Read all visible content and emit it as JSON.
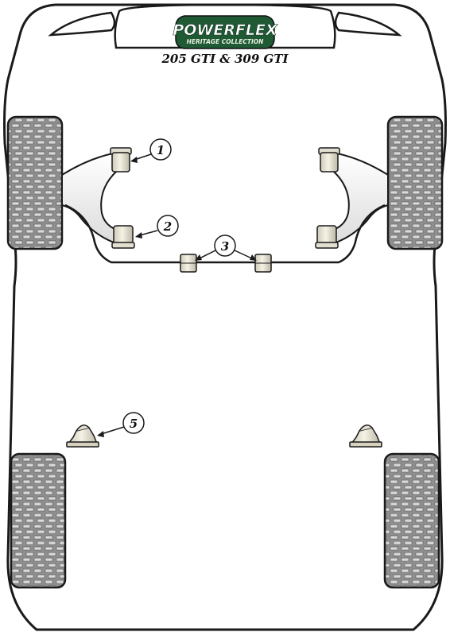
{
  "logo": {
    "brand": "POWERFLEX",
    "tagline": "HERITAGE COLLECTION"
  },
  "model_title": "205 GTI & 309 GTI",
  "callouts": [
    {
      "number": "1",
      "part": "front-lower-arm-front-bush"
    },
    {
      "number": "2",
      "part": "front-lower-arm-rear-bush"
    },
    {
      "number": "3",
      "part": "front-anti-roll-bar-mounting-bushes"
    },
    {
      "number": "5",
      "part": "rear-beam-mounting-bush"
    }
  ],
  "colors": {
    "outline": "#1a1a1a",
    "tyre": "#8f8f8f",
    "tyre_block": "#d9d9d9",
    "bush": "#ece8da",
    "arm": "#eeeeee",
    "logo_green": "#1f5a35",
    "logo_text": "#ffffff"
  }
}
